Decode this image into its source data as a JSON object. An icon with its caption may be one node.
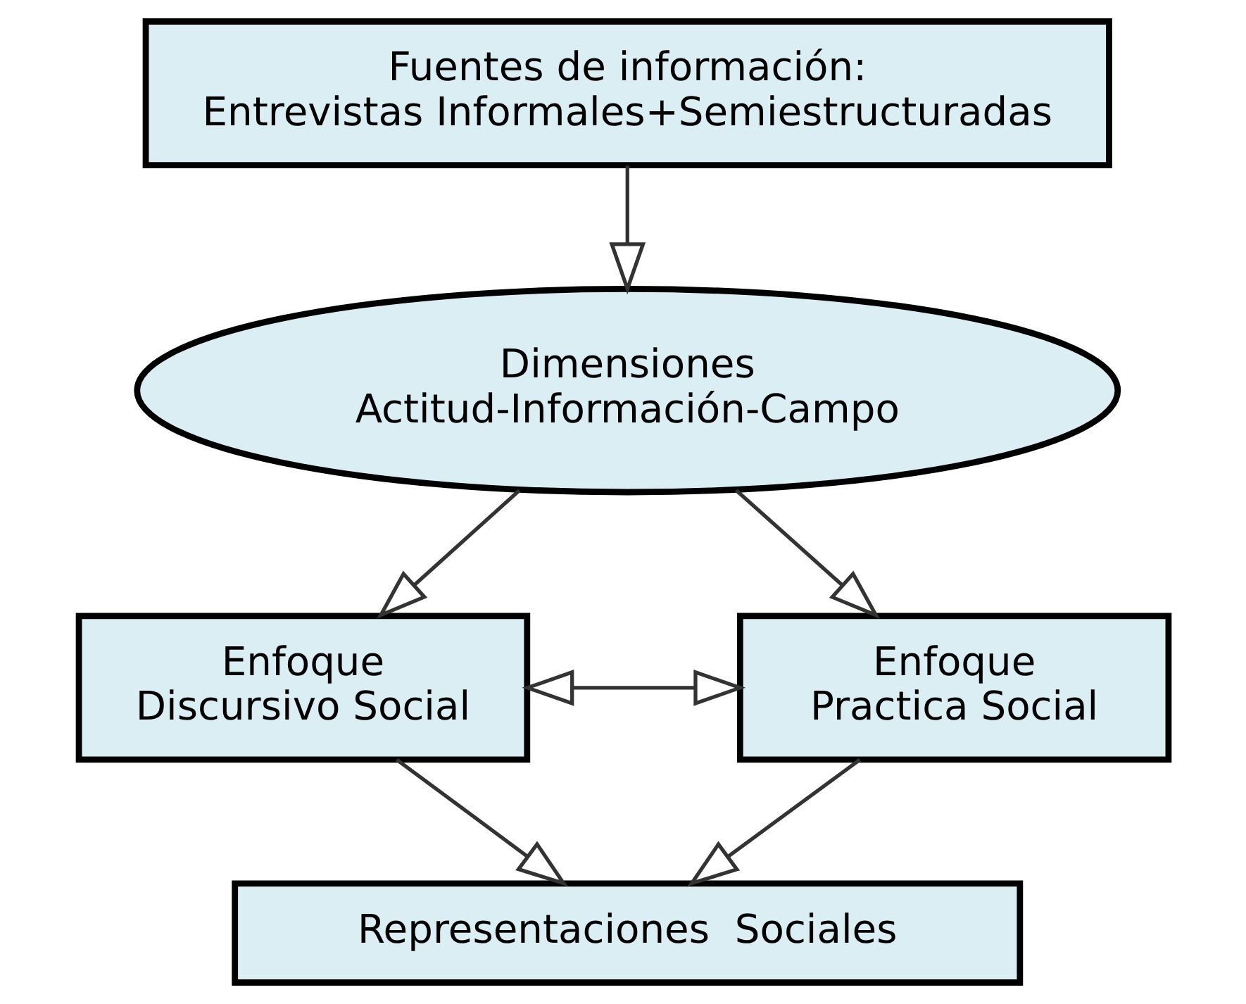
{
  "diagram": {
    "nodes": [
      {
        "text": [
          "Fuentes de información:",
          "Entrevistas Informales+Semiestructuradas"
        ]
      },
      {
        "text": [
          "Dimensiones",
          "Actitud-Información-Campo"
        ]
      },
      {
        "text": [
          "Enfoque",
          "Discursivo Social"
        ]
      },
      {
        "text": [
          "Enfoque",
          "Practica Social"
        ]
      },
      {
        "text": [
          "Representaciones  Sociales"
        ]
      }
    ],
    "edges": [
      {
        "from": 0,
        "to": 1,
        "arrow": "to"
      },
      {
        "from": 1,
        "to": 2,
        "arrow": "to"
      },
      {
        "from": 1,
        "to": 3,
        "arrow": "to"
      },
      {
        "from": 2,
        "to": 3,
        "arrow": "both"
      },
      {
        "from": 2,
        "to": 4,
        "arrow": "to"
      },
      {
        "from": 3,
        "to": 4,
        "arrow": "to"
      }
    ]
  }
}
